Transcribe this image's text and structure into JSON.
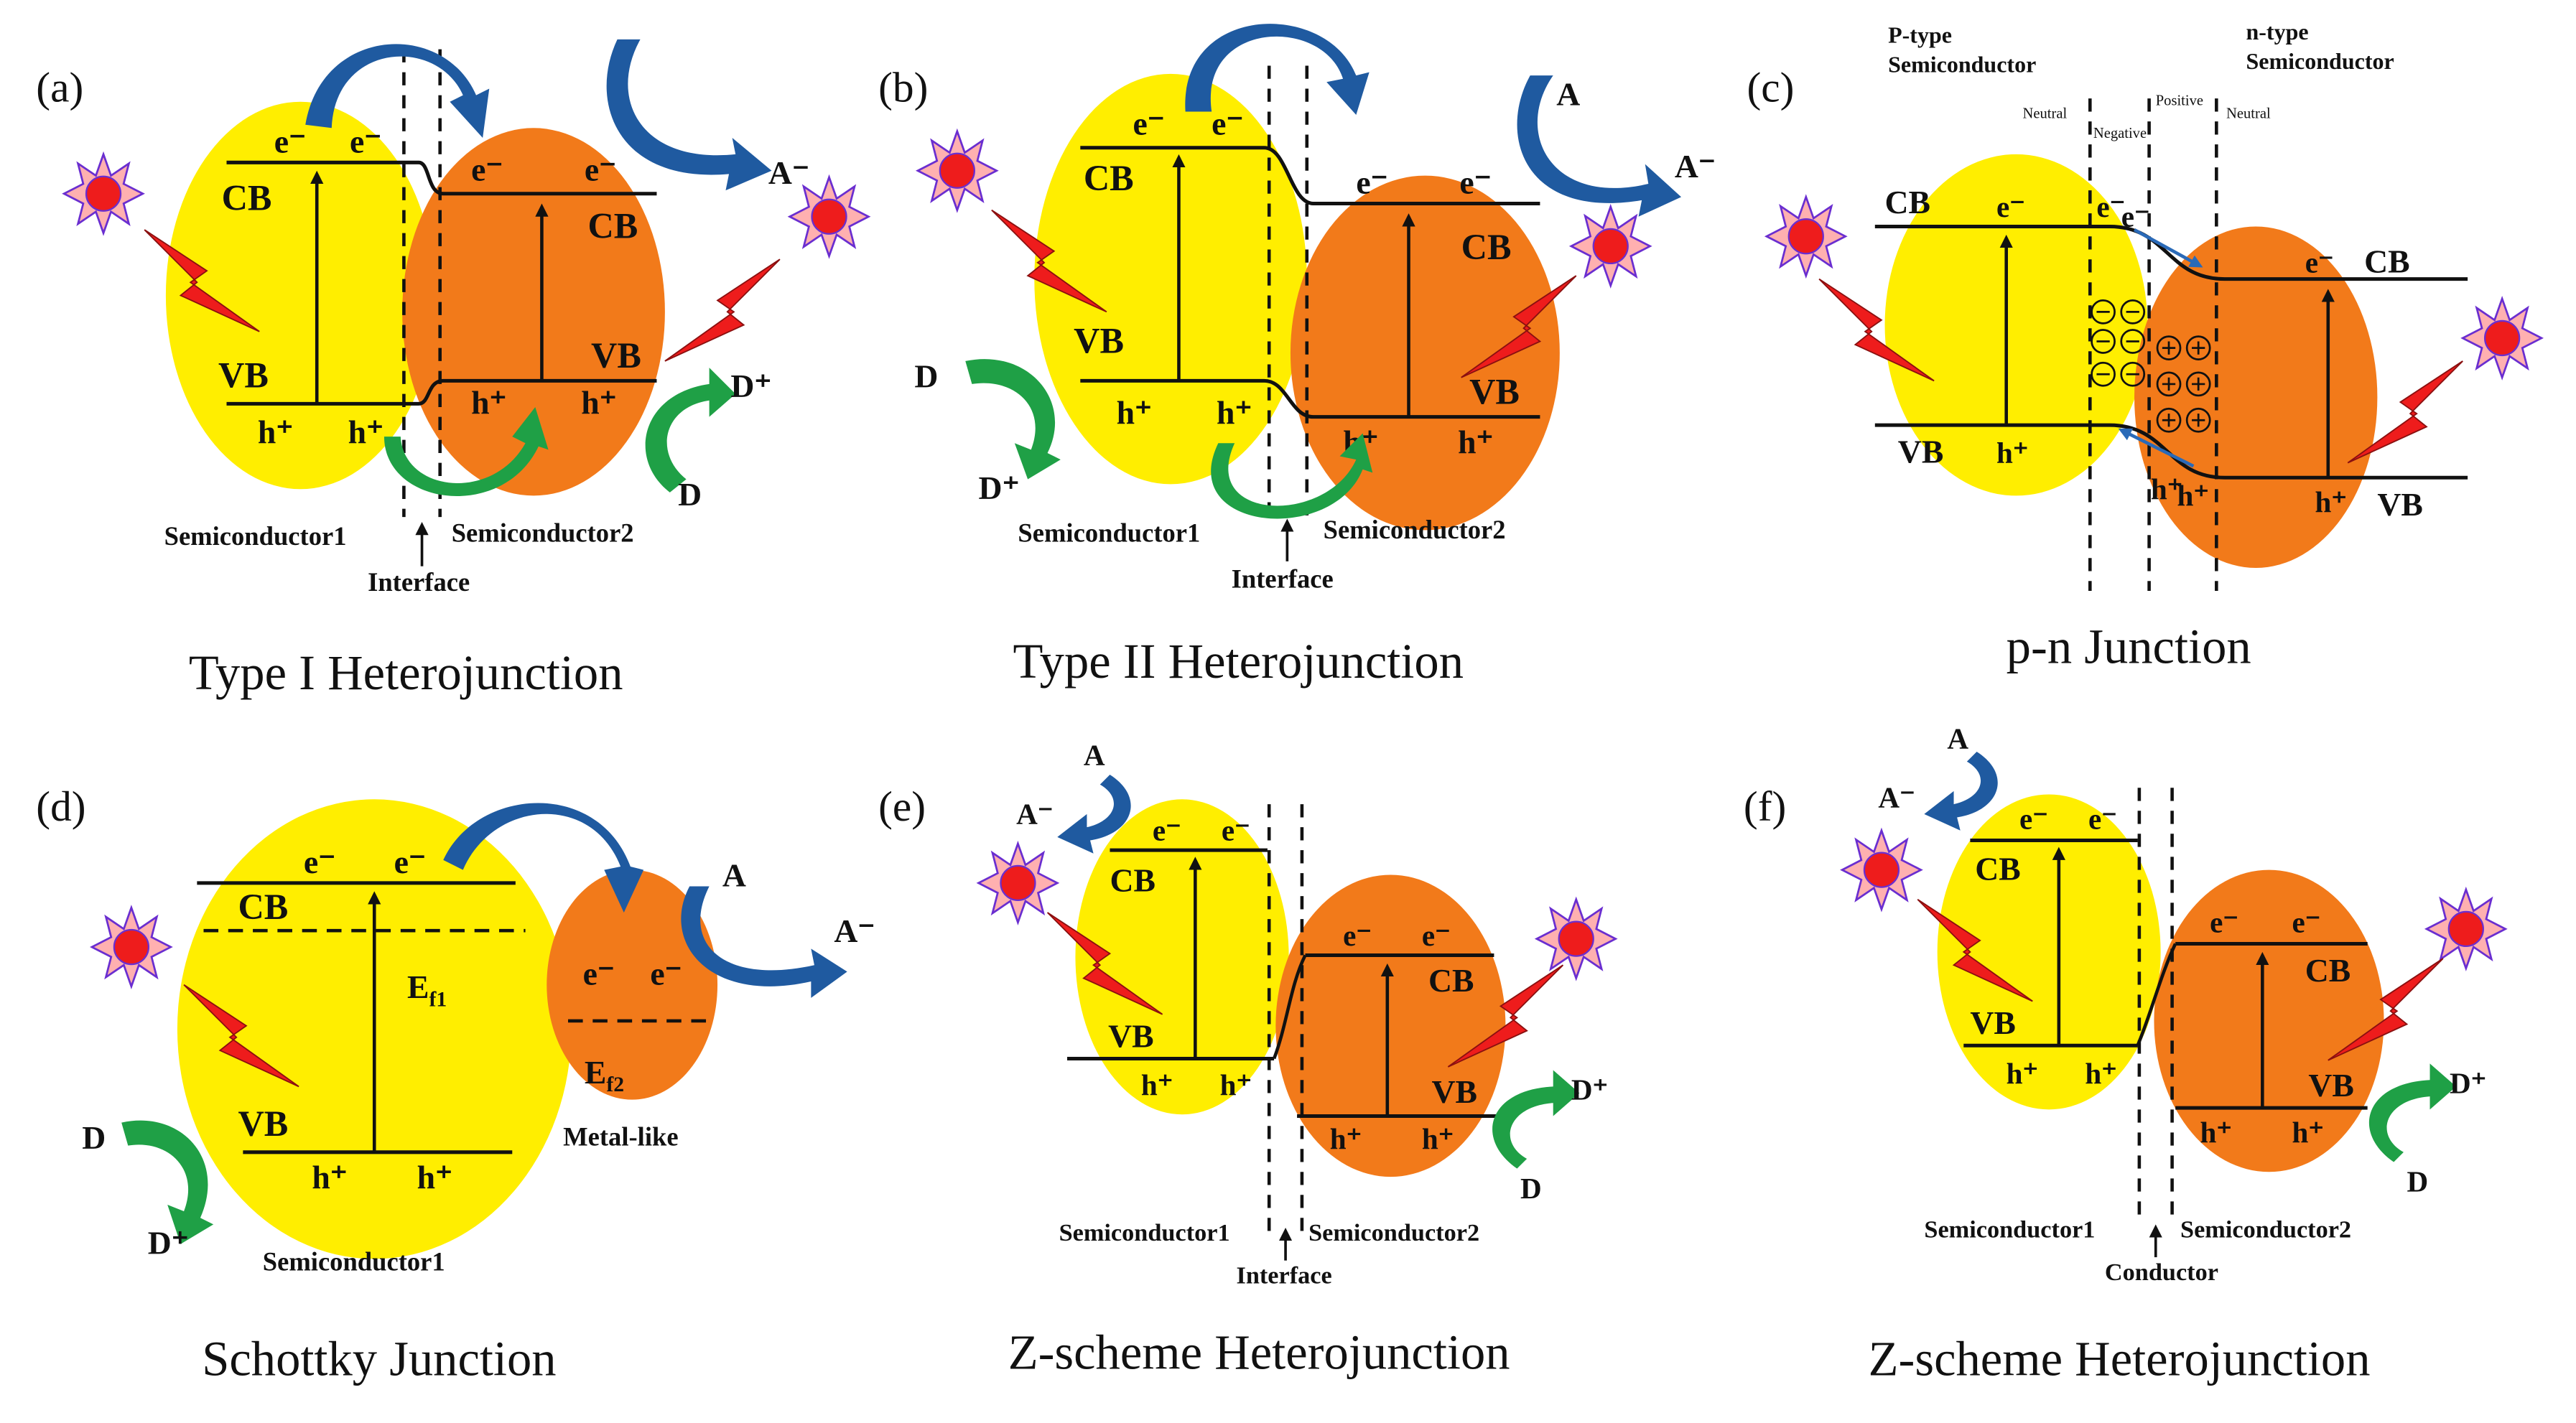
{
  "colors": {
    "yellow": "#ffee00",
    "orange": "#f27a1a",
    "blue": "#1f5aa0",
    "green": "#1fa046",
    "red": "#ee1c1c",
    "sunEdge": "#6a2ed0"
  },
  "panels": {
    "a": {
      "tag": "(a)",
      "caption": "Type I Heterojunction",
      "left": "Semiconductor1",
      "right": "Semiconductor2",
      "iface": "Interface",
      "cb": "CB",
      "vb": "VB",
      "e": "e⁻",
      "h": "h⁺",
      "acc": "A⁻",
      "don": "D⁺",
      "d": "D"
    },
    "b": {
      "tag": "(b)",
      "caption": "Type II Heterojunction",
      "left": "Semiconductor1",
      "right": "Semiconductor2",
      "iface": "Interface",
      "cb": "CB",
      "vb": "VB",
      "e": "e⁻",
      "h": "h⁺",
      "a": "A",
      "acc": "A⁻",
      "d": "D",
      "don": "D⁺"
    },
    "c": {
      "tag": "(c)",
      "caption": "p-n Junction",
      "ptype1": "P-type",
      "ptype2": "Semiconductor",
      "ntype1": "n-type",
      "ntype2": "Semiconductor",
      "neutral": "Neutral",
      "negative": "Negative",
      "positive": "Positive",
      "cb": "CB",
      "vb": "VB",
      "e": "e⁻",
      "h": "h⁺"
    },
    "d": {
      "tag": "(d)",
      "caption": "Schottky Junction",
      "left": "Semiconductor1",
      "metal": "Metal-like",
      "cb": "CB",
      "vb": "VB",
      "e": "e⁻",
      "h": "h⁺",
      "ef1": "E",
      "ef1s": "f1",
      "ef2": "E",
      "ef2s": "f2",
      "a": "A",
      "acc": "A⁻",
      "d": "D",
      "don": "D⁺"
    },
    "e": {
      "tag": "(e)",
      "caption": "Z-scheme Heterojunction",
      "left": "Semiconductor1",
      "right": "Semiconductor2",
      "iface": "Interface",
      "cb": "CB",
      "vb": "VB",
      "e": "e⁻",
      "h": "h⁺",
      "a": "A",
      "acc": "A⁻",
      "d": "D",
      "don": "D⁺"
    },
    "f": {
      "tag": "(f)",
      "caption": "Z-scheme Heterojunction",
      "left": "Semiconductor1",
      "right": "Semiconductor2",
      "iface": "Conductor",
      "cb": "CB",
      "vb": "VB",
      "e": "e⁻",
      "h": "h⁺",
      "a": "A",
      "acc": "A⁻",
      "d": "D",
      "don": "D⁺"
    }
  }
}
